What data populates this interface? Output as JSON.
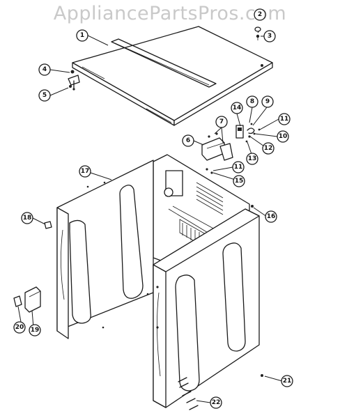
{
  "watermark": "AppliancePartsPros.com",
  "callouts": [
    {
      "id": "c1",
      "label": "1"
    },
    {
      "id": "c2",
      "label": "2"
    },
    {
      "id": "c3",
      "label": "3"
    },
    {
      "id": "c4",
      "label": "4"
    },
    {
      "id": "c5",
      "label": "5"
    },
    {
      "id": "c6",
      "label": "6"
    },
    {
      "id": "c7",
      "label": "7"
    },
    {
      "id": "c8",
      "label": "8"
    },
    {
      "id": "c9",
      "label": "9"
    },
    {
      "id": "c10",
      "label": "10"
    },
    {
      "id": "c11a",
      "label": "11"
    },
    {
      "id": "c11b",
      "label": "11"
    },
    {
      "id": "c12",
      "label": "12"
    },
    {
      "id": "c13",
      "label": "13"
    },
    {
      "id": "c14",
      "label": "14"
    },
    {
      "id": "c15",
      "label": "15"
    },
    {
      "id": "c16",
      "label": "16"
    },
    {
      "id": "c17",
      "label": "17"
    },
    {
      "id": "c18",
      "label": "18"
    },
    {
      "id": "c19",
      "label": "19"
    },
    {
      "id": "c20",
      "label": "20"
    },
    {
      "id": "c21",
      "label": "21"
    },
    {
      "id": "c22",
      "label": "22"
    }
  ]
}
